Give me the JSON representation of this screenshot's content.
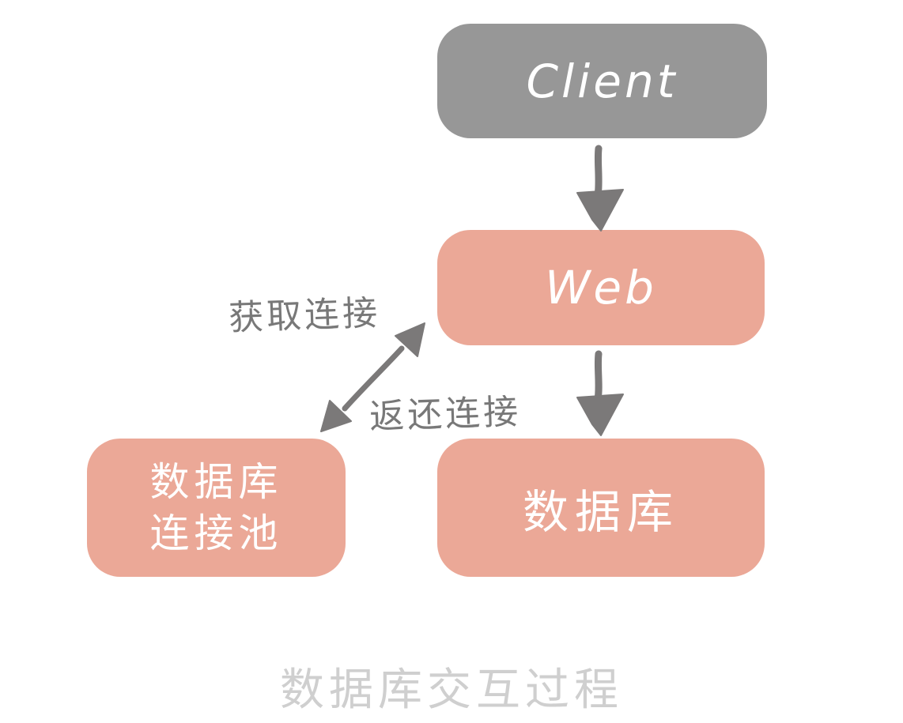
{
  "diagram": {
    "title": "数据库交互过程",
    "nodes": {
      "client": {
        "label": "Client"
      },
      "web": {
        "label": "Web"
      },
      "pool": {
        "label_line1": "数据库",
        "label_line2": "连接池"
      },
      "database": {
        "label": "数据库"
      }
    },
    "edges": {
      "client_to_web": {
        "type": "arrow-down"
      },
      "web_to_database": {
        "type": "arrow-down"
      },
      "web_to_pool": {
        "type": "double-arrow-diagonal",
        "label_get": "获取连接",
        "label_return": "返还连接"
      }
    },
    "colors": {
      "node_gray": "#979797",
      "node_salmon": "#EBA897",
      "node_text": "#FFFFFF",
      "arrow_gray": "#7B7979",
      "edge_label_gray": "#787878",
      "title_gray": "#CFCFCF",
      "background": "#FFFFFF"
    }
  }
}
